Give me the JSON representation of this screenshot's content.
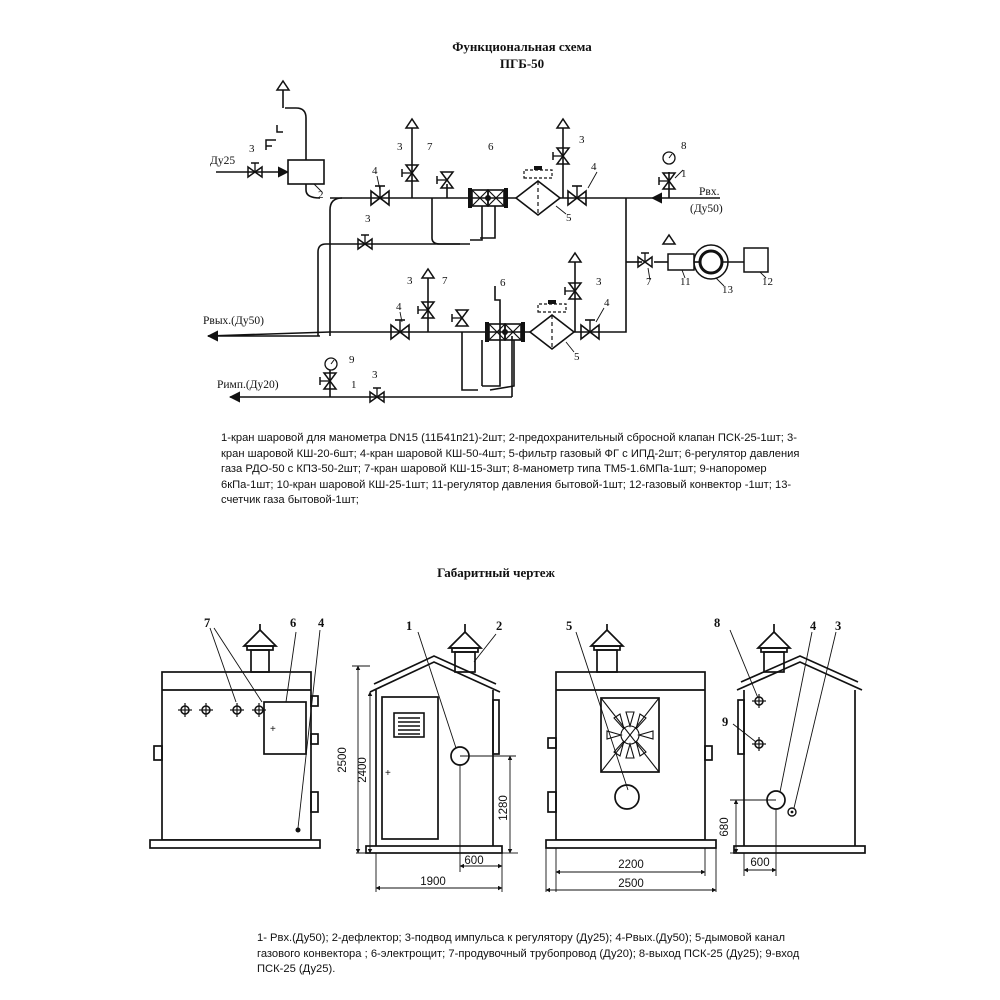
{
  "functional": {
    "title_line1": "Функциональная схема",
    "title_line2": "ПГБ-50",
    "labels": {
      "du25": "Ду25",
      "rvx": "Рвх.",
      "rvx_du": "(Ду50)",
      "rvyx": "Рвых.(Ду50)",
      "rimp": "Римп.(Ду20)"
    },
    "numbers": [
      "1",
      "2",
      "3",
      "4",
      "5",
      "6",
      "7",
      "8",
      "9",
      "11",
      "12",
      "13"
    ],
    "legend": "1-кран шаровой для манометра DN15 (11Б41п21)-2шт; 2-предохранительный сбросной клапан ПСК-25-1шт; 3-кран шаровой КШ-20-6шт; 4-кран шаровой КШ-50-4шт; 5-фильтр газовый ФГ с ИПД-2шт; 6-регулятор давления газа РДО-50 с КПЗ-50-2шт; 7-кран шаровой КШ-15-3шт; 8-манометр типа ТМ5-1.6МПа-1шт; 9-напоромер 6кПа-1шт; 10-кран шаровой КШ-25-1шт; 11-регулятор давления бытовой-1шт; 12-газовый конвектор -1шт; 13-счетчик газа бытовой-1шт;"
  },
  "dimensional": {
    "title": "Габаритный чертеж",
    "dims": {
      "h2500": "2500",
      "h2400": "2400",
      "h1280": "1280",
      "w600a": "600",
      "w1900": "1900",
      "w2200": "2200",
      "w2500": "2500",
      "h680": "680",
      "w600b": "600"
    },
    "callouts": [
      "7",
      "6",
      "4",
      "1",
      "2",
      "5",
      "8",
      "9",
      "4",
      "3"
    ],
    "legend": "1- Рвх.(Ду50); 2-дефлектор; 3-подвод импульса к регулятору (Ду25); 4-Рвых.(Ду50); 5-дымовой канал газового конвектора ; 6-электрощит; 7-продувочный трубопровод (Ду20); 8-выход ПСК-25 (Ду25); 9-вход ПСК-25 (Ду25)."
  }
}
